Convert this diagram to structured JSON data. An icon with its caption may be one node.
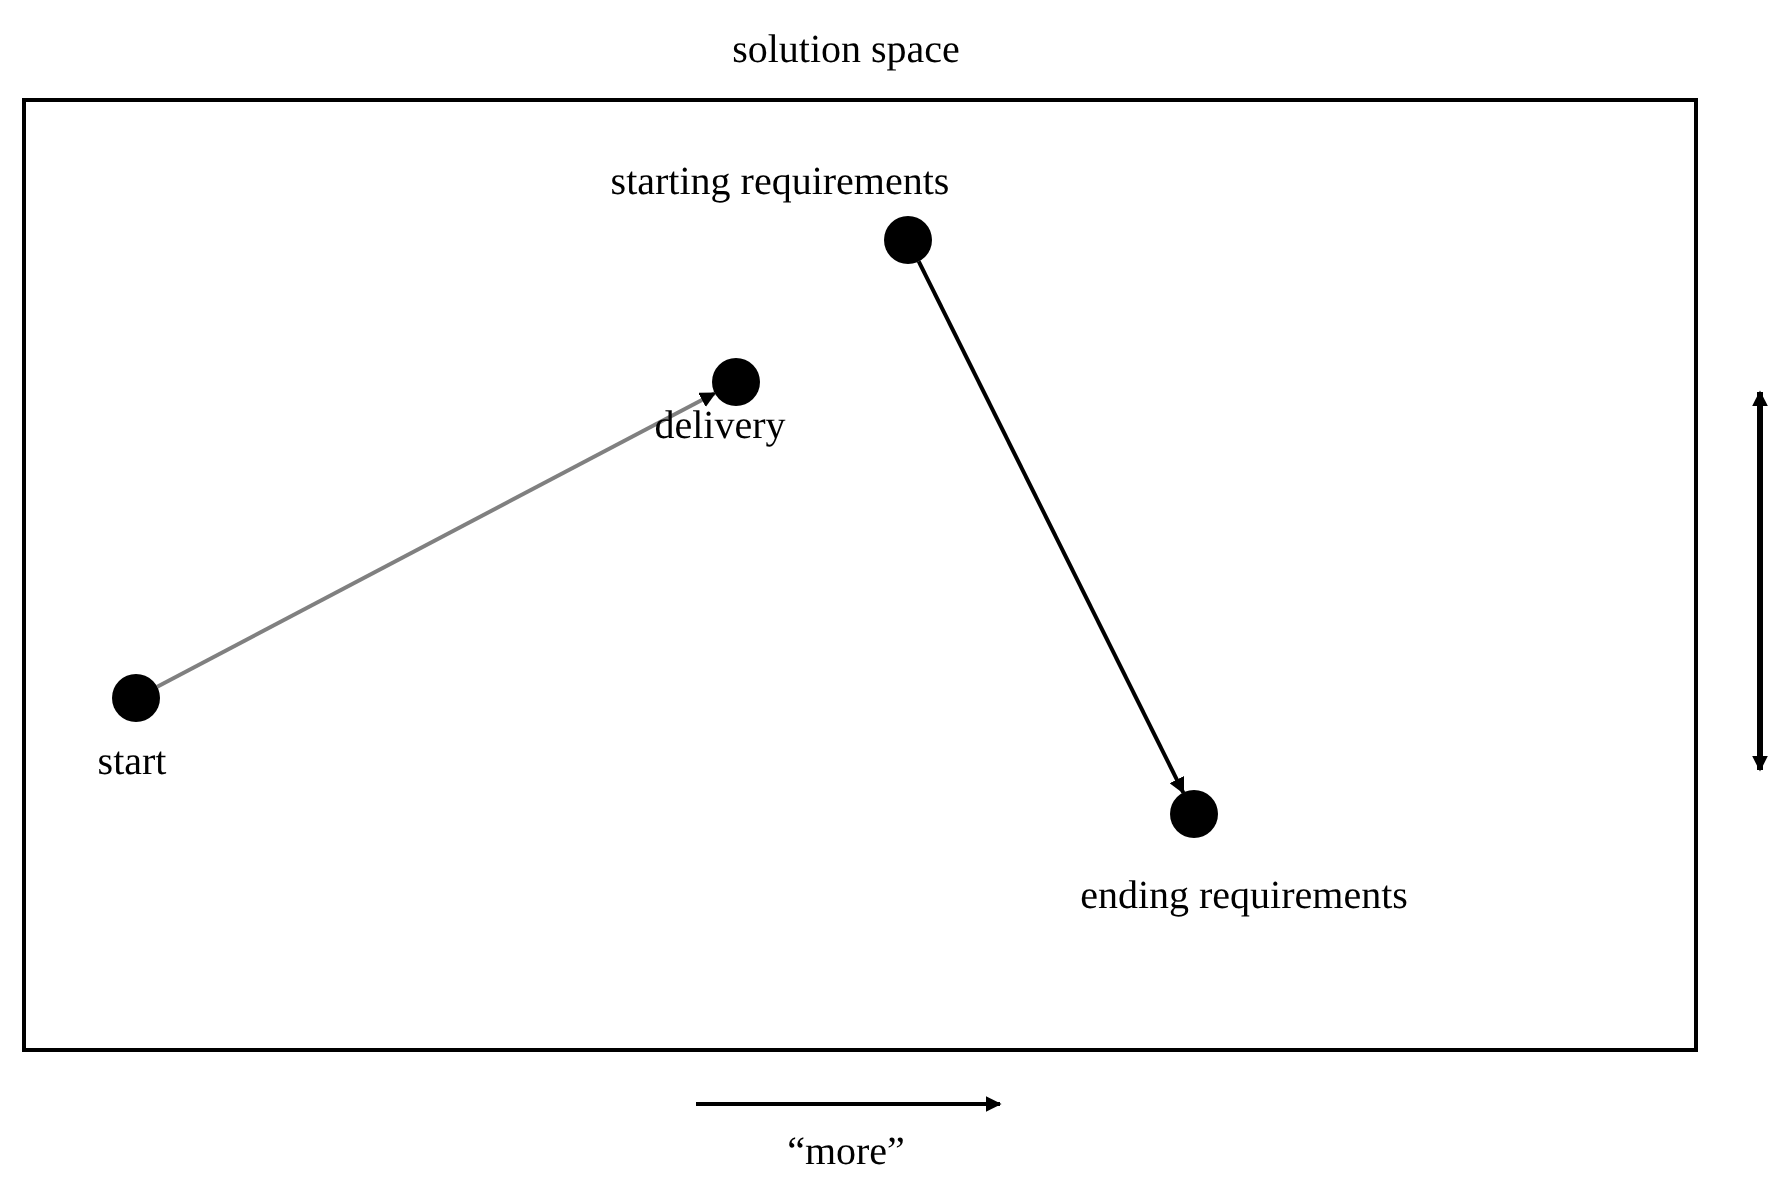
{
  "diagram": {
    "nodes": [
      {
        "text": [
          "solution space"
        ]
      },
      {
        "text": [],
        "shape": "circle",
        "in": 0,
        "beside": [
          "starting requirements"
        ]
      },
      {
        "text": [],
        "shape": "circle",
        "in": 0,
        "beside": [
          "delivery"
        ]
      },
      {
        "text": [],
        "shape": "circle",
        "in": 0,
        "beside": [
          "start"
        ]
      },
      {
        "text": [],
        "shape": "circle",
        "in": 0,
        "beside": [
          "ending requirements"
        ]
      }
    ],
    "edges": [
      {
        "from": 3,
        "to": 2,
        "arrow": "to",
        "color": "#808080"
      },
      {
        "from": 1,
        "to": 4,
        "arrow": "to",
        "color": "#000000"
      }
    ],
    "labels": [
      "“more”"
    ]
  }
}
